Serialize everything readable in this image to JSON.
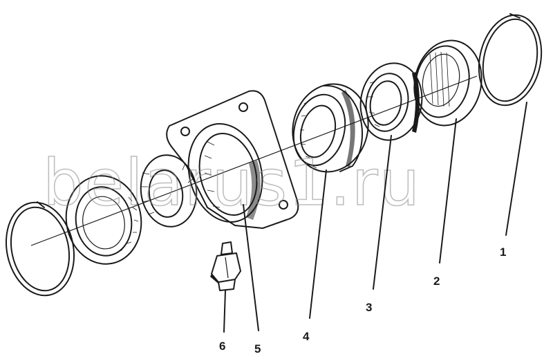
{
  "watermark": {
    "text": "belarus1.ru"
  },
  "callouts": [
    {
      "id": "1",
      "label": "1"
    },
    {
      "id": "2",
      "label": "2"
    },
    {
      "id": "3",
      "label": "3"
    },
    {
      "id": "4",
      "label": "4"
    },
    {
      "id": "5",
      "label": "5"
    },
    {
      "id": "6",
      "label": "6"
    }
  ],
  "colors": {
    "ink": "#1a1a1a",
    "background": "#ffffff",
    "watermark": "#8a8a8a"
  }
}
